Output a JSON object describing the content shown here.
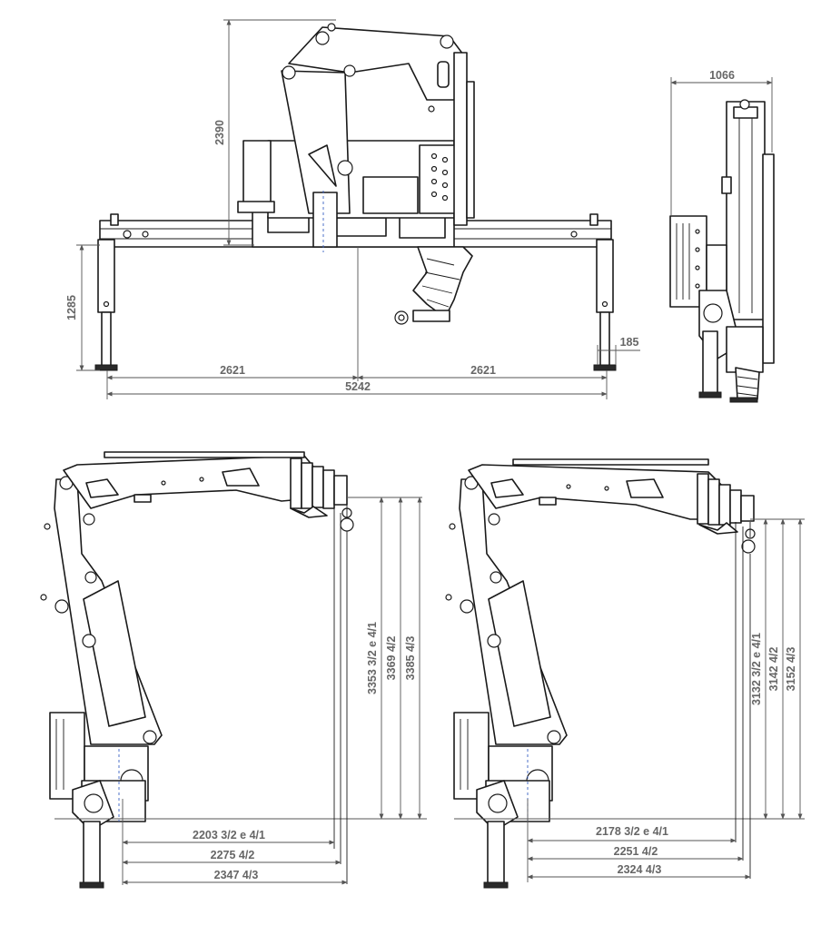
{
  "front_view": {
    "height_overall": "2390",
    "outrigger_height": "1285",
    "half_span_left": "2621",
    "half_span_right": "2621",
    "total_span": "5242",
    "pad_width": "185"
  },
  "side_view": {
    "width": "1066"
  },
  "boom_view_left": {
    "reach": [
      "2203 3/2 e 4/1",
      "2275 4/2",
      "2347 4/3"
    ],
    "height": [
      "3353 3/2 e 4/1",
      "3369 4/2",
      "3385 4/3"
    ]
  },
  "boom_view_right": {
    "reach": [
      "2178 3/2 e 4/1",
      "2251 4/2",
      "2324 4/3"
    ],
    "height": [
      "3132 3/2 e 4/1",
      "3142 4/2",
      "3152 4/3"
    ]
  },
  "colors": {
    "line": "#1a1a1a",
    "dimension_text": "#666666",
    "centerline": "#3b62c4"
  }
}
